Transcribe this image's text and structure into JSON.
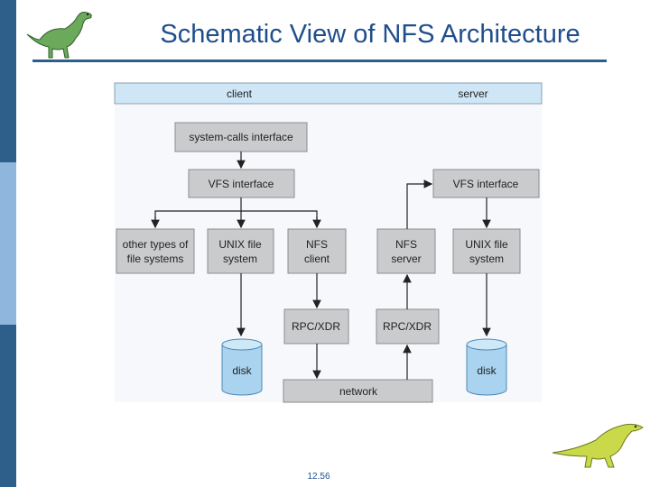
{
  "slide": {
    "title": "Schematic View of NFS Architecture",
    "page_number": "12.56"
  },
  "colors": {
    "sidebar_dark": "#2e5f8a",
    "sidebar_light": "#8fb6dc",
    "title": "#1f4e8c",
    "box_fill": "#c9cbcd",
    "band_fill": "#cfe6f7",
    "canvas_fill": "#f6f8fb",
    "disk_fill": "#a9d3ee"
  },
  "diagram": {
    "band": {
      "left": "client",
      "right": "server"
    },
    "boxes": {
      "syscall": [
        "system-calls interface"
      ],
      "vfs_client": [
        "VFS interface"
      ],
      "vfs_server": [
        "VFS interface"
      ],
      "other_fs": [
        "other types of",
        "file systems"
      ],
      "unix_client": [
        "UNIX file",
        "system"
      ],
      "nfs_client": [
        "NFS",
        "client"
      ],
      "nfs_server": [
        "NFS",
        "server"
      ],
      "unix_server": [
        "UNIX file",
        "system"
      ],
      "rpc_client": [
        "RPC/XDR"
      ],
      "rpc_server": [
        "RPC/XDR"
      ],
      "network": [
        "network"
      ]
    },
    "disks": {
      "disk_client": "disk",
      "disk_server": "disk"
    }
  },
  "icons": [
    "dinosaur-logo-icon",
    "dinosaur-corner-icon"
  ]
}
